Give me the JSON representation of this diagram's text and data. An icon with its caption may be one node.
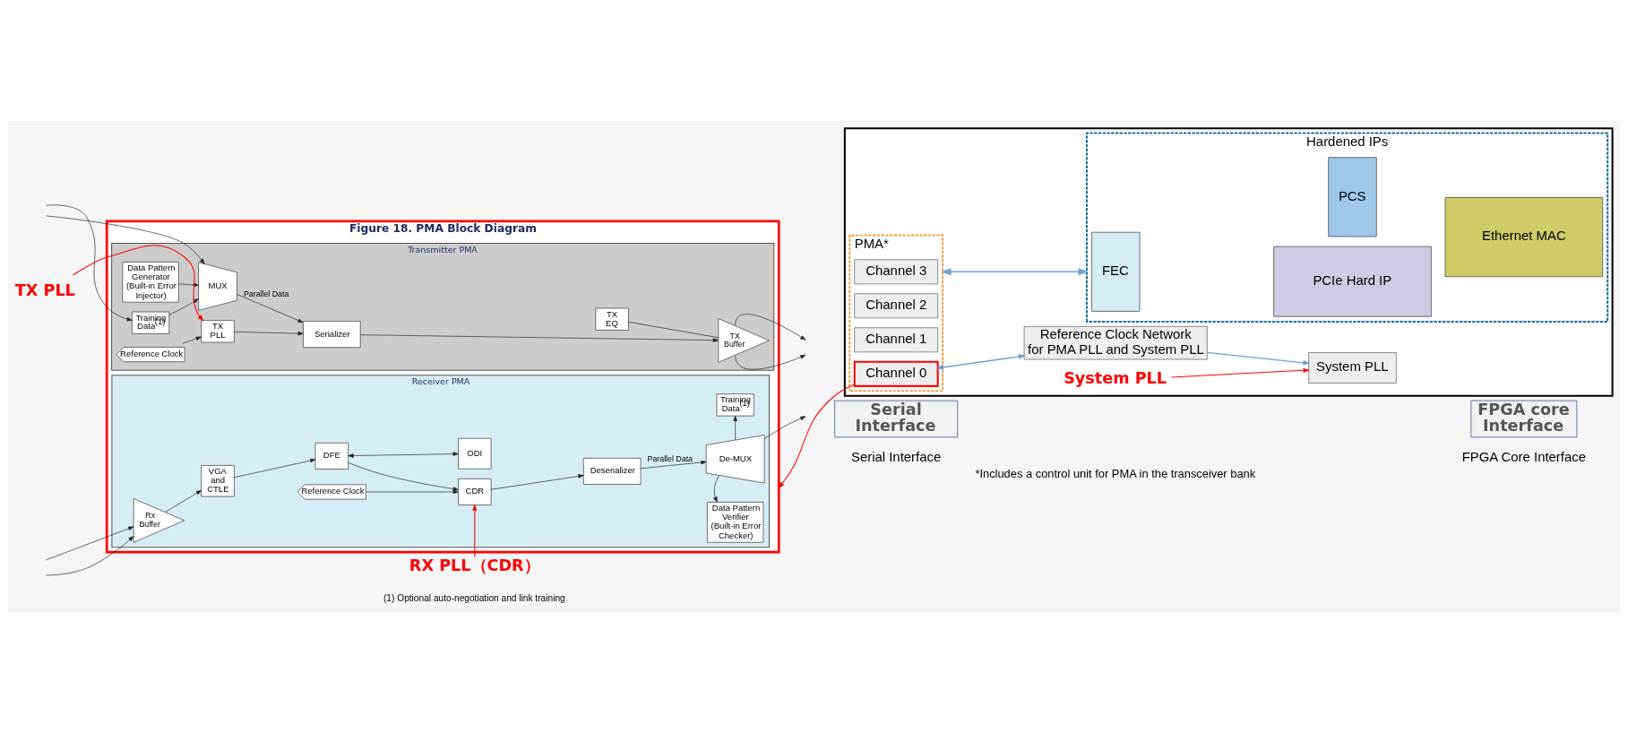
{
  "diagram": {
    "nodes": [
      {
        "text": [
          "Figure 18. PMA Block Diagram"
        ]
      },
      {
        "text": [
          "Transmitter PMA"
        ],
        "in": 0
      },
      {
        "text": [
          "TX EQ"
        ],
        "in": 1
      },
      {
        "text": [
          "TX Buffer"
        ],
        "in": 1
      },
      {
        "text": [
          "Serializer"
        ],
        "in": 1
      },
      {
        "text": [
          "MUX"
        ],
        "in": 1
      },
      {
        "text": [
          "Training Data$^{(1)}$"
        ],
        "in": 1
      },
      {
        "text": [
          "Data Pattern Generator (Built-in Error Injector)"
        ],
        "in": 1
      },
      {
        "text": [
          "TX PLL"
        ],
        "in": 1
      },
      {
        "text": [
          "Reference Clock"
        ],
        "in": 1
      },
      {
        "text": [
          "Receiver PMA"
        ],
        "in": 0
      },
      {
        "text": [
          "Rx Buffer"
        ],
        "in": 10
      },
      {
        "text": [
          "VGA and CTLE"
        ],
        "in": 10
      },
      {
        "text": [
          "DFE"
        ],
        "in": 10
      },
      {
        "text": [
          "ODI"
        ],
        "in": 10
      },
      {
        "text": [
          "CDR"
        ],
        "in": 10
      },
      {
        "text": [
          "Reference Clock"
        ],
        "in": 10
      },
      {
        "text": [
          "Deserializer"
        ],
        "in": 10
      },
      {
        "text": [
          "De-MUX"
        ],
        "in": 10
      },
      {
        "text": [
          "Training Data$^{(1)}$"
        ],
        "in": 10
      },
      {
        "text": [
          "Data Pattern Verifier (Built-in Error Checker)"
        ],
        "in": 10
      },
      {
        "text": [
          "TX PLL"
        ]
      },
      {
        "text": [
          "RX PLL（CDR）"
        ]
      },
      {
        "text": [
          "Serial Interface"
        ]
      },
      {
        "text": [
          "FPGA core Interface"
        ]
      },
      {
        "text": [],
        "shape": "box"
      },
      {
        "text": [
          "PMA*"
        ],
        "in": 25
      },
      {
        "text": [
          "Channel 3"
        ],
        "in": 26
      },
      {
        "text": [
          "Channel 2"
        ],
        "in": 26
      },
      {
        "text": [
          "Channel 1"
        ],
        "in": 26
      },
      {
        "text": [
          "Channel 0"
        ],
        "in": 26
      },
      {
        "text": [
          "Hardened IPs"
        ],
        "in": 25
      },
      {
        "text": [
          "FEC"
        ],
        "in": 31
      },
      {
        "text": [
          "PCS"
        ],
        "in": 31
      },
      {
        "text": [
          "Ethernet MAC"
        ],
        "in": 31
      },
      {
        "text": [
          "PCIe Hard IP"
        ],
        "in": 31
      },
      {
        "text": [
          "Reference Clock Network for PMA PLL and System PLL"
        ],
        "in": 25
      },
      {
        "text": [
          "System PLL"
        ],
        "in": 25
      },
      {
        "text": [
          "System PLL"
        ],
        "in": 25
      }
    ],
    "edges": [
      {
        "from": 2,
        "to": 3,
        "arrow": "none"
      },
      {
        "from": 3,
        "to": null,
        "arrow": "to"
      },
      {
        "from": 3,
        "to": null,
        "arrow": "to"
      },
      {
        "from": 4,
        "to": 3,
        "arrow": "to"
      },
      {
        "from": 5,
        "to": 4,
        "arrow": "to",
        "label": "Parallel Data"
      },
      {
        "from": 6,
        "to": 5,
        "arrow": "to"
      },
      {
        "from": null,
        "to": 5,
        "arrow": "to"
      },
      {
        "from": 7,
        "to": 5,
        "arrow": "to"
      },
      {
        "from": null,
        "to": 6,
        "arrow": "to"
      },
      {
        "from": 8,
        "to": 4,
        "arrow": "to"
      },
      {
        "from": 9,
        "to": 8,
        "arrow": "to"
      },
      {
        "from": null,
        "to": 11,
        "arrow": "to"
      },
      {
        "from": null,
        "to": 11,
        "arrow": "to"
      },
      {
        "from": 11,
        "to": 12,
        "arrow": "to"
      },
      {
        "from": 12,
        "to": 13,
        "arrow": "to"
      },
      {
        "from": 13,
        "to": 15,
        "arrow": "to"
      },
      {
        "from": 13,
        "to": 14,
        "arrow": "both"
      },
      {
        "from": 16,
        "to": 15,
        "arrow": "to"
      },
      {
        "from": 15,
        "to": 17,
        "arrow": "to"
      },
      {
        "from": 17,
        "to": 18,
        "arrow": "to",
        "label": "Parallel Data"
      },
      {
        "from": 18,
        "to": 19,
        "arrow": "to"
      },
      {
        "from": 18,
        "to": null,
        "arrow": "to"
      },
      {
        "from": 18,
        "to": 20,
        "arrow": "to"
      },
      {
        "from": 21,
        "to": 8,
        "arrow": "to",
        "color": "#ff0000"
      },
      {
        "from": 22,
        "to": 15,
        "arrow": "to",
        "color": "#ff0000"
      },
      {
        "from": 30,
        "to": 0,
        "arrow": "to",
        "color": "#ff0000"
      },
      {
        "from": 26,
        "to": 31,
        "arrow": "both",
        "color": "#6f9fd8"
      },
      {
        "from": 30,
        "to": 36,
        "arrow": "both",
        "color": "#6f9fd8"
      },
      {
        "from": 36,
        "to": 37,
        "arrow": "to",
        "color": "#6f9fd8"
      },
      {
        "from": 38,
        "to": 37,
        "arrow": "to",
        "color": "#ff0000"
      }
    ],
    "labels": [
      "Serial Interface",
      "FPGA Core Interface",
      "(1) Optional auto-negotiation and link training",
      "*Includes a control unit for PMA in the transceiver bank"
    ]
  }
}
